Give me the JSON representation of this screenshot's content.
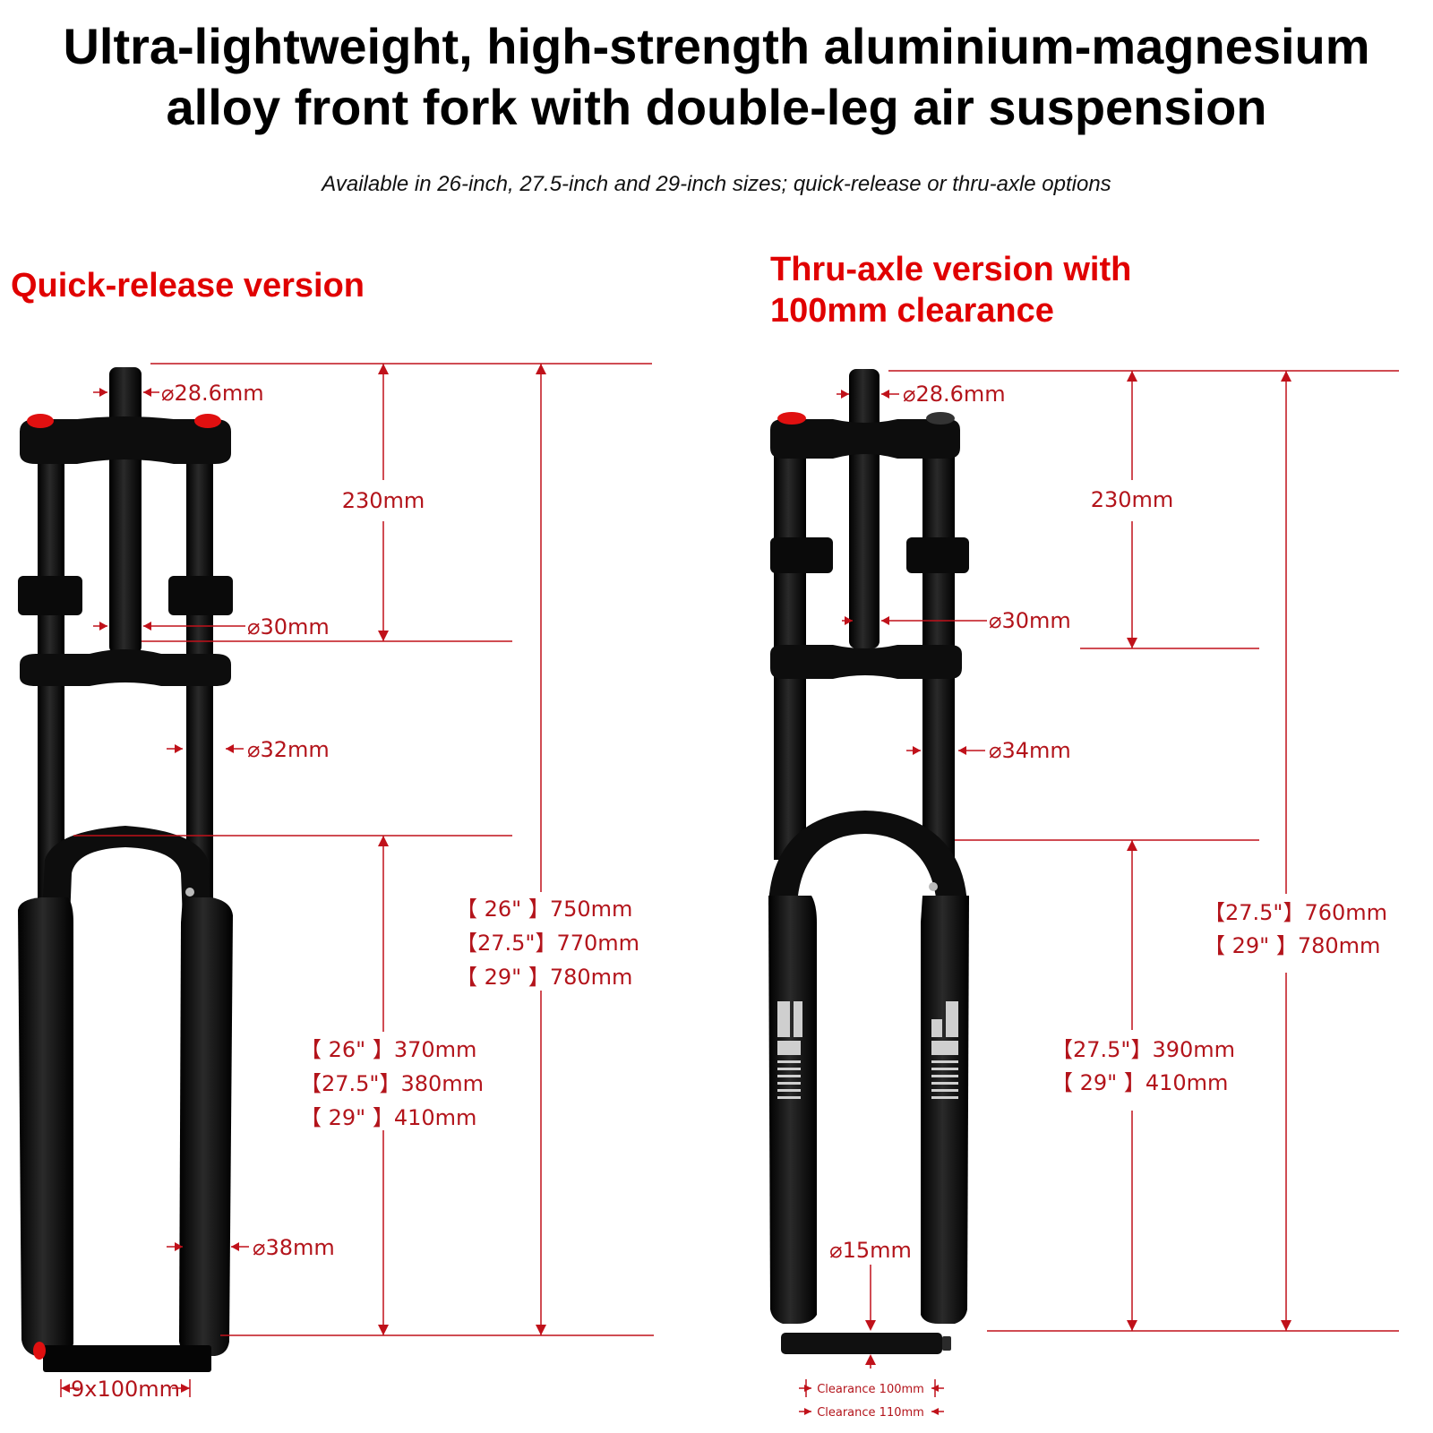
{
  "title": {
    "line1": "Ultra-lightweight, high-strength aluminium-magnesium",
    "line2": "alloy front fork with double-leg air suspension"
  },
  "subtitle": "Available in 26-inch, 27.5-inch and 29-inch sizes; quick-release or thru-axle options",
  "colors": {
    "heading": "#e00000",
    "dimension": "#b3141b",
    "fork": "#0d0d0d",
    "cap": "#e01010"
  },
  "quick_release": {
    "heading": "Quick-release version",
    "steerer_diameter": "⌀28.6mm",
    "crown_span": "230mm",
    "stanchion_upper_diameter": "⌀30mm",
    "stanchion_lower_diameter": "⌀32mm",
    "lower_leg_diameter": "⌀38mm",
    "axle": "9x100mm",
    "total_length": [
      "【 26\" 】750mm",
      "【27.5\"】770mm",
      "【 29\" 】780mm"
    ],
    "axle_to_crown": [
      "【 26\" 】370mm",
      "【27.5\"】380mm",
      "【 29\" 】410mm"
    ]
  },
  "thru_axle": {
    "heading_line1": "Thru-axle version with",
    "heading_line2": "100mm clearance",
    "steerer_diameter": "⌀28.6mm",
    "crown_span": "230mm",
    "stanchion_upper_diameter": "⌀30mm",
    "stanchion_lower_diameter": "⌀34mm",
    "axle_diameter": "⌀15mm",
    "clearance_1": "Clearance 100mm",
    "clearance_2": "Clearance 110mm",
    "total_length": [
      "【27.5\"】760mm",
      "【 29\" 】780mm"
    ],
    "axle_to_crown": [
      "【27.5\"】390mm",
      "【 29\" 】410mm"
    ]
  }
}
